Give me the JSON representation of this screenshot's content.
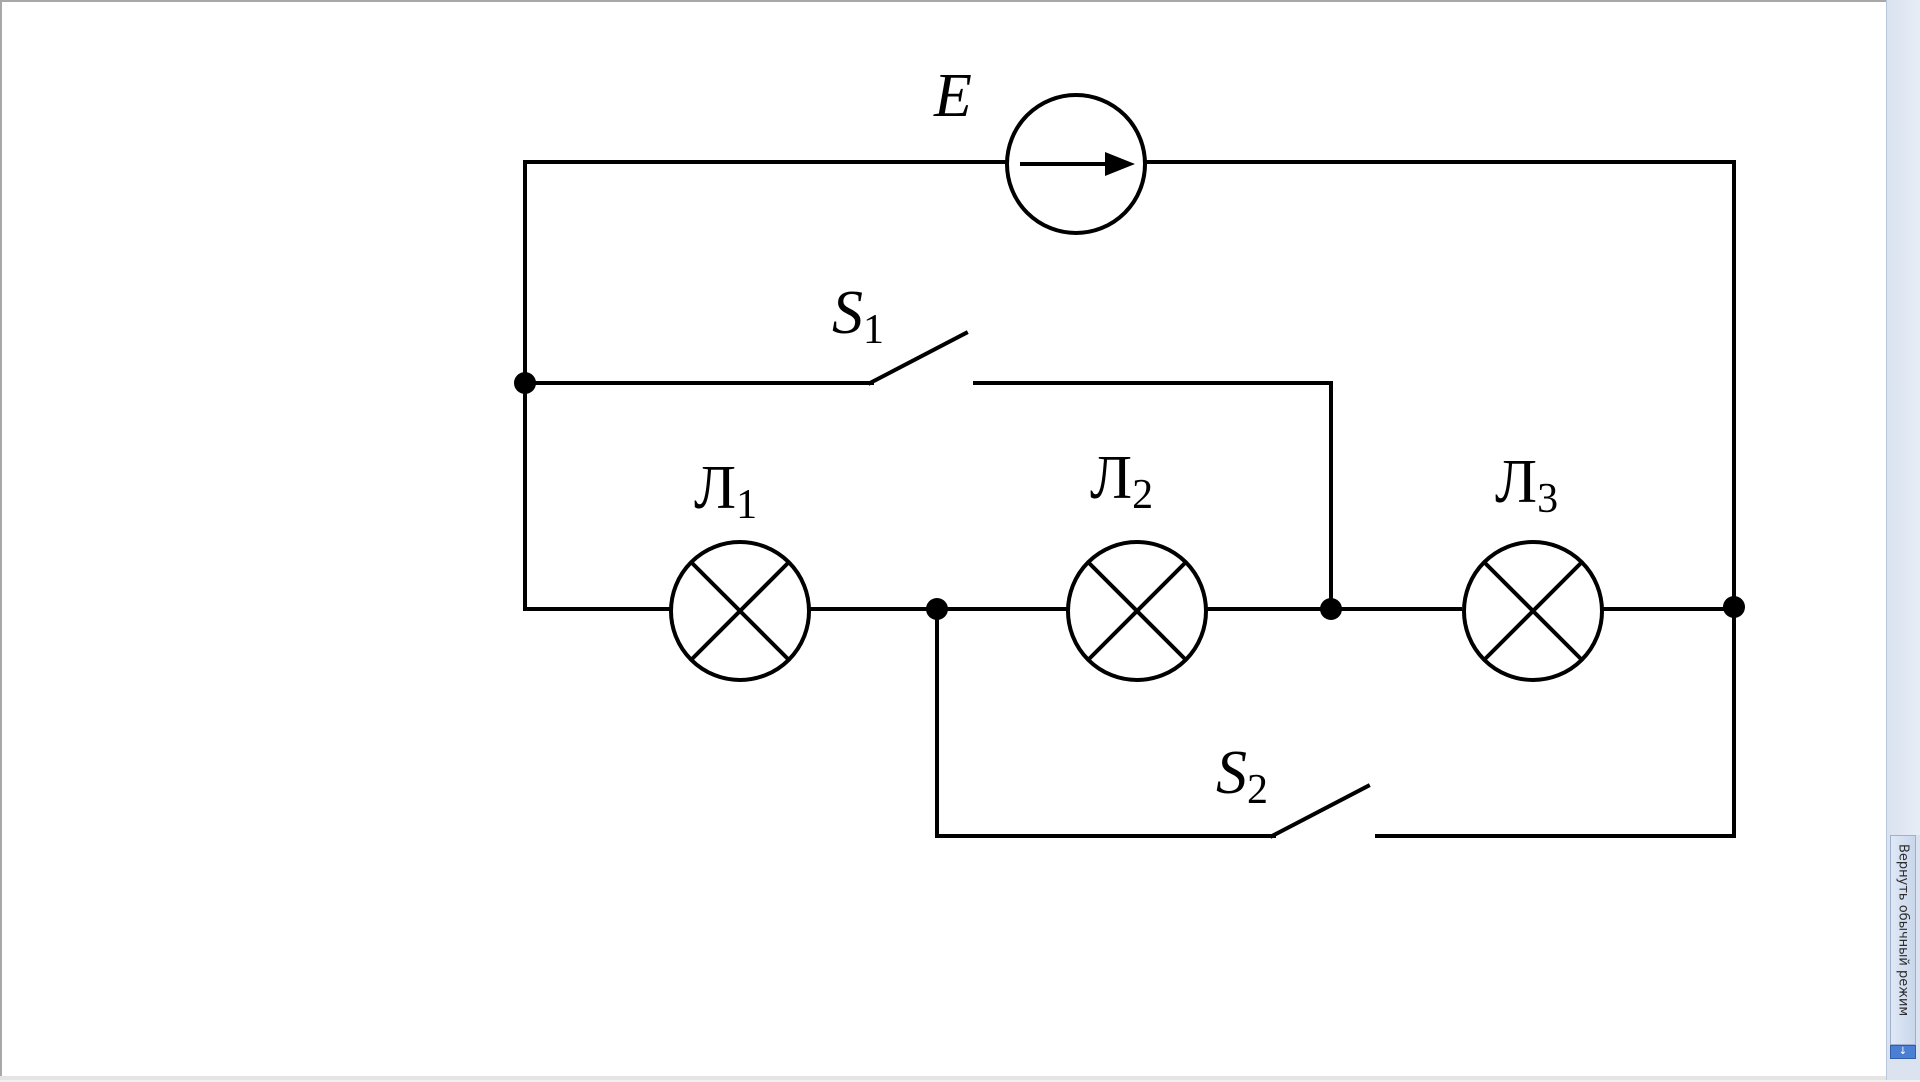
{
  "diagram": {
    "source_label": "E",
    "switch_1": {
      "letter": "S",
      "index": "1"
    },
    "switch_2": {
      "letter": "S",
      "index": "2"
    },
    "lamp_1": {
      "letter": "Л",
      "index": "1"
    },
    "lamp_2": {
      "letter": "Л",
      "index": "2"
    },
    "lamp_3": {
      "letter": "Л",
      "index": "3"
    }
  },
  "side_panel": {
    "restore_label": "Вернуть обычный режим",
    "restore_icon": "↓"
  },
  "colors": {
    "line": "#000000",
    "panel": "#dbe3f0",
    "accent": "#4a7fd4"
  }
}
